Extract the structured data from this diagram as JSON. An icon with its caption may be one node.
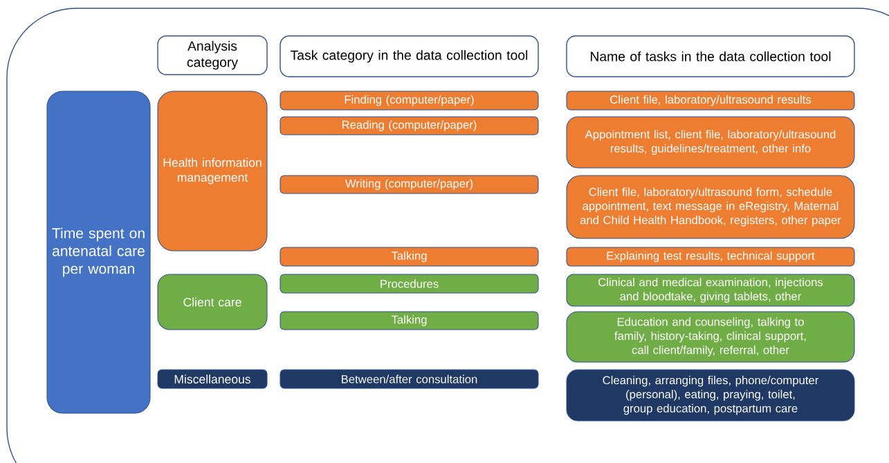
{
  "diagram": {
    "nodes": [
      {
        "text": [],
        "shape": "box"
      },
      {
        "text": [
          "Analysis category"
        ],
        "in": 0
      },
      {
        "text": [
          "Task category in the data collection tool"
        ],
        "in": 0
      },
      {
        "text": [
          "Name of tasks in the data collection tool"
        ],
        "in": 0
      },
      {
        "text": [
          "Time spent on antenatal care per woman"
        ],
        "in": 0
      },
      {
        "text": [
          "Health information management"
        ],
        "in": 0
      },
      {
        "text": [
          "Finding (computer/paper)"
        ],
        "in": 0
      },
      {
        "text": [
          "Client file, laboratory/ultrasound results"
        ],
        "in": 0
      },
      {
        "text": [
          "Reading (computer/paper)"
        ],
        "in": 0
      },
      {
        "text": [
          "Appointment list, client file, laboratory/ultrasound results, guidelines/treatment, other info"
        ],
        "in": 0
      },
      {
        "text": [
          "Writing (computer/paper)"
        ],
        "in": 0
      },
      {
        "text": [
          "Client file, laboratory/ultrasound form, schedule appointment, text message in eRegistry, Maternal and Child Health Handbook, registers, other paper"
        ],
        "in": 0
      },
      {
        "text": [
          "Talking"
        ],
        "in": 0
      },
      {
        "text": [
          "Explaining test results, technical support"
        ],
        "in": 0
      },
      {
        "text": [
          "Client care"
        ],
        "in": 0
      },
      {
        "text": [
          "Procedures"
        ],
        "in": 0
      },
      {
        "text": [
          "Clinical and medical examination, injections and bloodtake, giving tablets, other"
        ],
        "in": 0
      },
      {
        "text": [
          "Talking"
        ],
        "in": 0
      },
      {
        "text": [
          "Education and counseling, talking to family, history-taking, clinical support, call client/family, referral, other"
        ],
        "in": 0
      },
      {
        "text": [
          "Miscellaneous"
        ],
        "in": 0
      },
      {
        "text": [
          "Between/after consultation"
        ],
        "in": 0
      },
      {
        "text": [
          "Cleaning, arranging files, phone/computer (personal), eating, praying, toilet, group education, postpartum care"
        ],
        "in": 0
      }
    ]
  }
}
